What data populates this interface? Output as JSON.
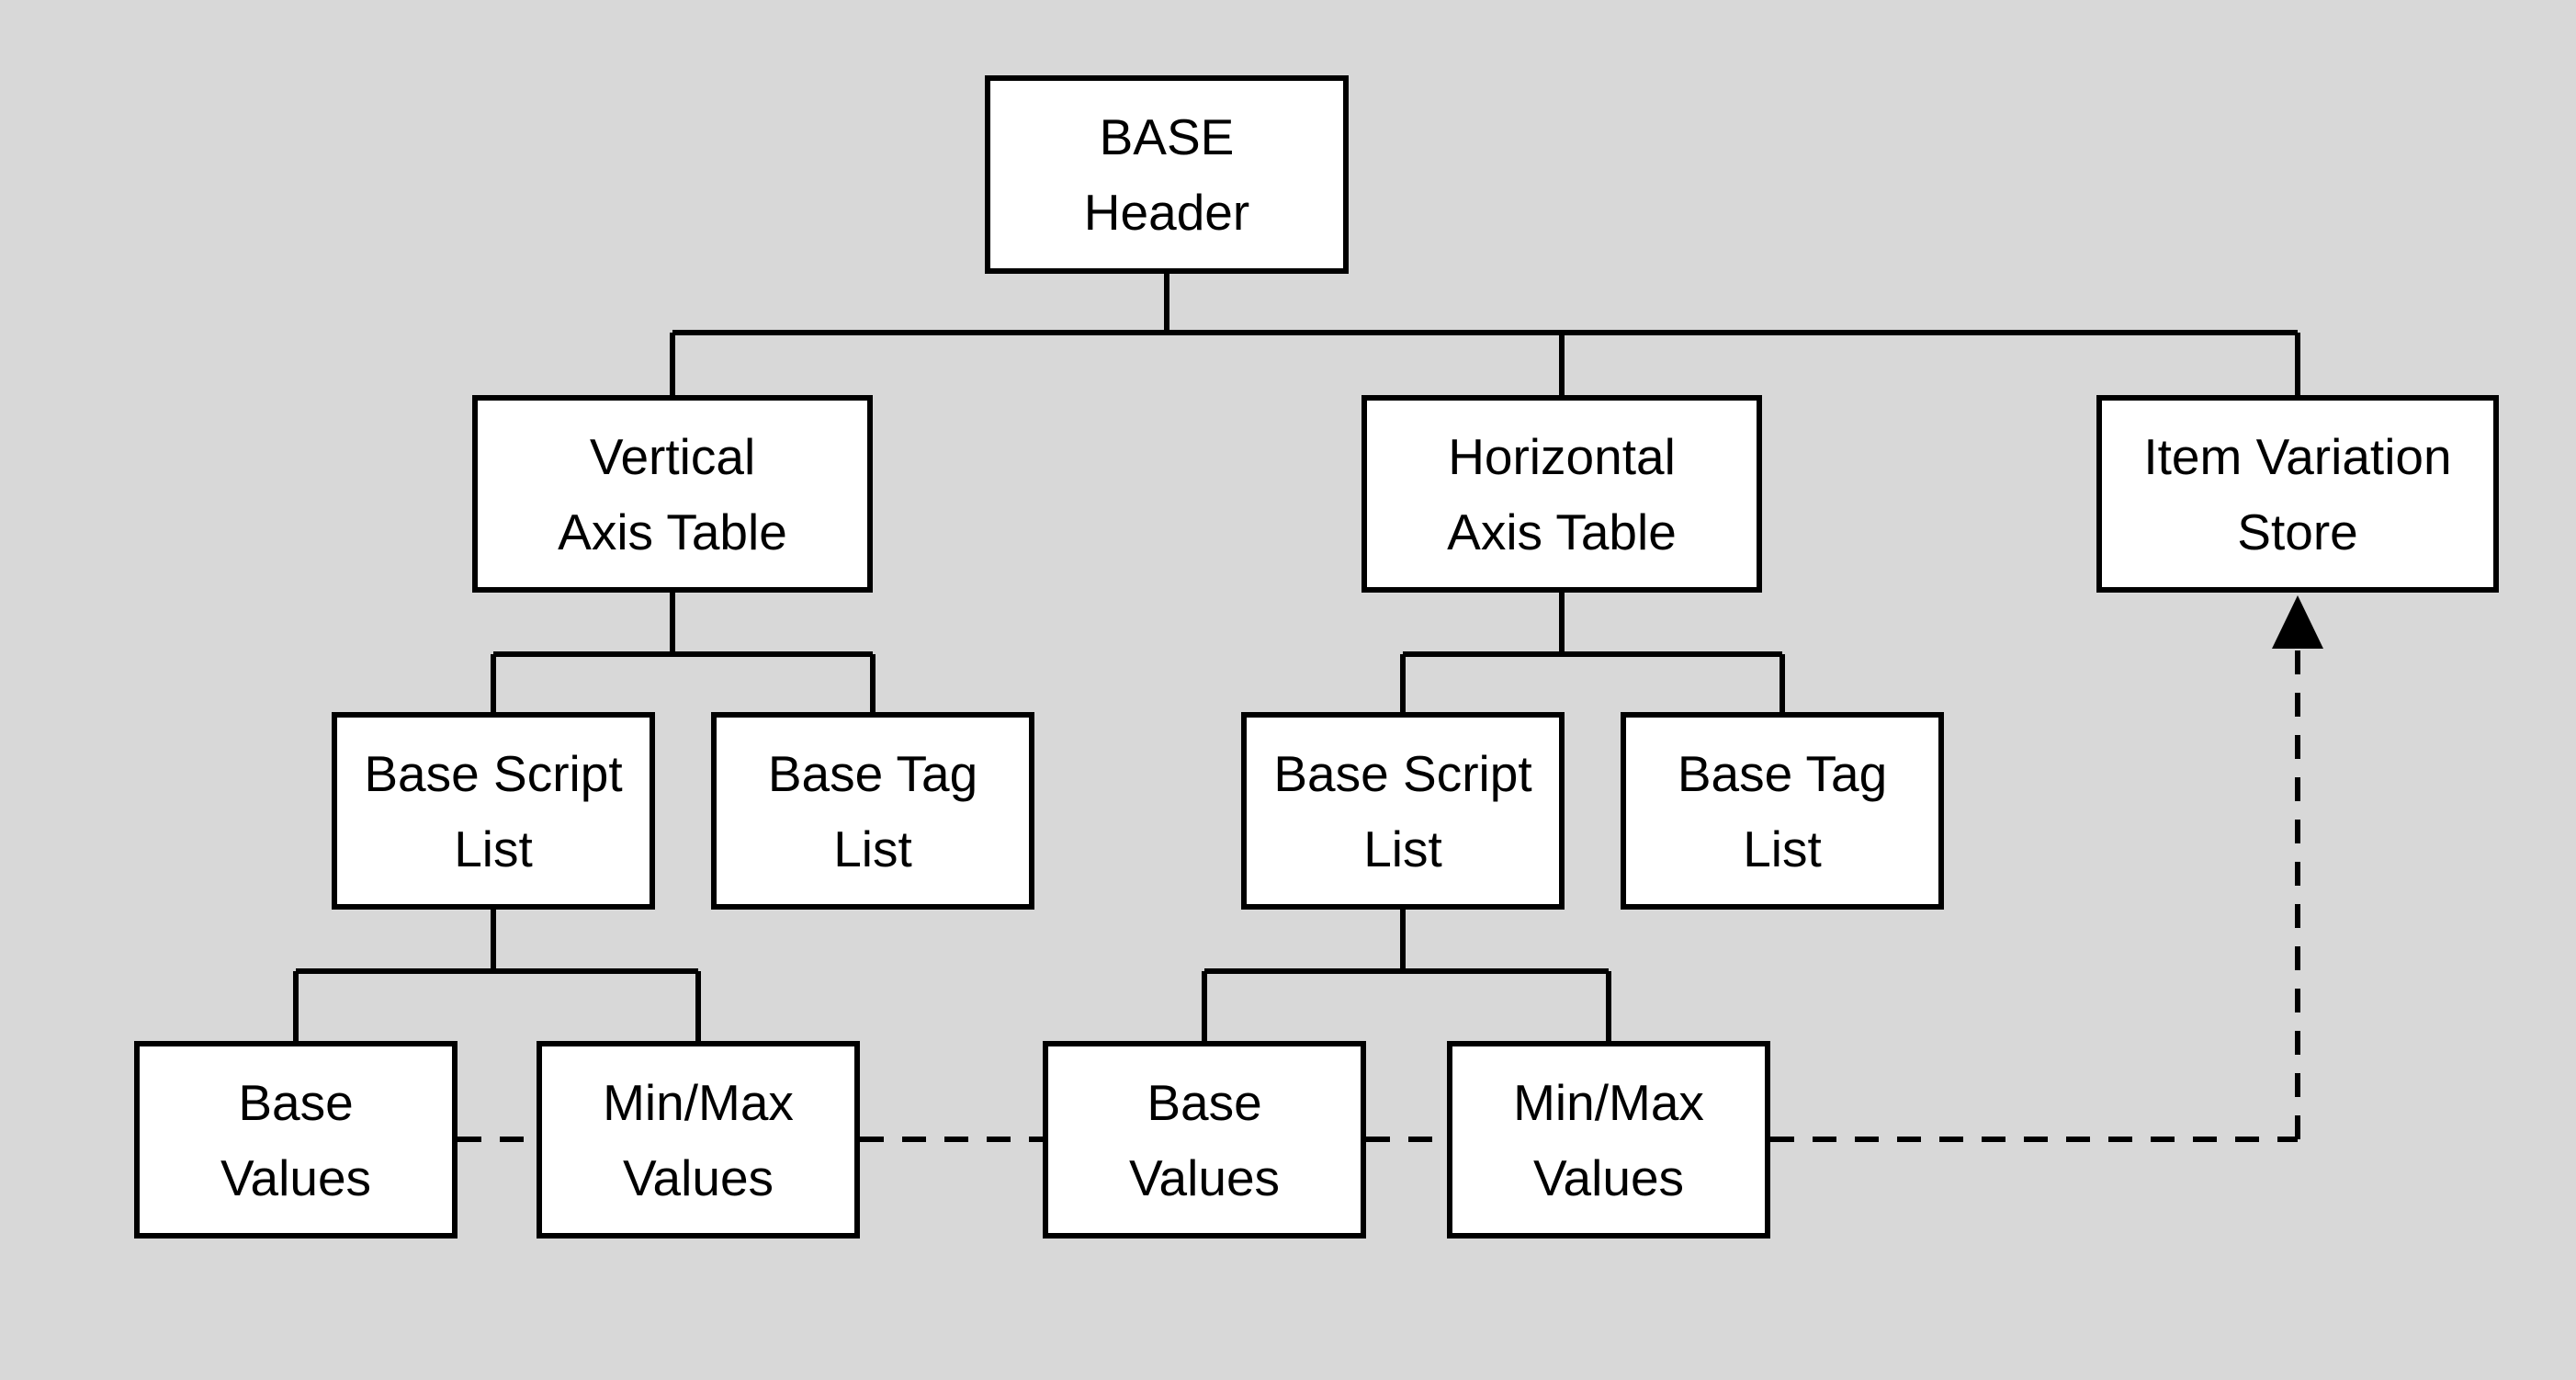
{
  "diagram_title": "BASE table structure diagram",
  "colors": {
    "background": "#d8d8d8",
    "box_fill": "#ffffff",
    "box_border": "#000000",
    "line": "#000000"
  },
  "nodes": {
    "base_header": {
      "lines": [
        "BASE",
        "Header"
      ]
    },
    "vertical_axis_table": {
      "lines": [
        "Vertical",
        "Axis Table"
      ]
    },
    "horizontal_axis_table": {
      "lines": [
        "Horizontal",
        "Axis Table"
      ]
    },
    "item_variation_store": {
      "lines": [
        "Item Variation",
        "Store"
      ]
    },
    "v_base_script_list": {
      "lines": [
        "Base Script",
        "List"
      ]
    },
    "v_base_tag_list": {
      "lines": [
        "Base Tag",
        "List"
      ]
    },
    "h_base_script_list": {
      "lines": [
        "Base Script",
        "List"
      ]
    },
    "h_base_tag_list": {
      "lines": [
        "Base Tag",
        "List"
      ]
    },
    "v_base_values": {
      "lines": [
        "Base",
        "Values"
      ]
    },
    "v_minmax_values": {
      "lines": [
        "Min/Max",
        "Values"
      ]
    },
    "h_base_values": {
      "lines": [
        "Base",
        "Values"
      ]
    },
    "h_minmax_values": {
      "lines": [
        "Min/Max",
        "Values"
      ]
    }
  },
  "edges": [
    {
      "from": "BASE Header",
      "to": "Vertical Axis Table",
      "style": "solid"
    },
    {
      "from": "BASE Header",
      "to": "Horizontal Axis Table",
      "style": "solid"
    },
    {
      "from": "BASE Header",
      "to": "Item Variation Store",
      "style": "solid"
    },
    {
      "from": "Vertical Axis Table",
      "to": "Base Script List",
      "style": "solid"
    },
    {
      "from": "Vertical Axis Table",
      "to": "Base Tag List",
      "style": "solid"
    },
    {
      "from": "Horizontal Axis Table",
      "to": "Base Script List",
      "style": "solid"
    },
    {
      "from": "Horizontal Axis Table",
      "to": "Base Tag List",
      "style": "solid"
    },
    {
      "from": "Base Script List (vertical)",
      "to": "Base Values",
      "style": "solid"
    },
    {
      "from": "Base Script List (vertical)",
      "to": "Min/Max Values",
      "style": "solid"
    },
    {
      "from": "Base Script List (horizontal)",
      "to": "Base Values",
      "style": "solid"
    },
    {
      "from": "Base Script List (horizontal)",
      "to": "Min/Max Values",
      "style": "solid"
    },
    {
      "from": "Base Values / Min/Max Values (all)",
      "to": "Item Variation Store",
      "style": "dashed-arrow"
    }
  ]
}
